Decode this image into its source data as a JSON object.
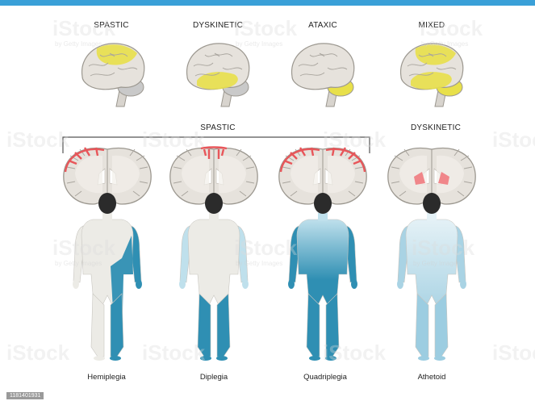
{
  "colors": {
    "top_bar": "#3aa0d8",
    "brain_fill": "#e6e2dc",
    "brain_stroke": "#9c9890",
    "brain_highlight": "#e8e04a",
    "cortex_red": "#e8565a",
    "ganglia_pink": "#f0868a",
    "body_light": "#ecebe6",
    "body_blue": "#2f8fb3",
    "body_blue_light": "#bfe0ec",
    "head_dark": "#2b2b2b"
  },
  "top_labels": [
    "SPASTIC",
    "DYSKINETIC",
    "ATAXIC",
    "MIXED"
  ],
  "bracket_label": "SPASTIC",
  "right_label": "DYSKINETIC",
  "figure_labels": [
    "Hemiplegia",
    "Diplegia",
    "Quadriplegia",
    "Athetoid"
  ],
  "watermark": "iStock",
  "watermark_sub": "by Getty Images",
  "stock_id": "1181401931"
}
